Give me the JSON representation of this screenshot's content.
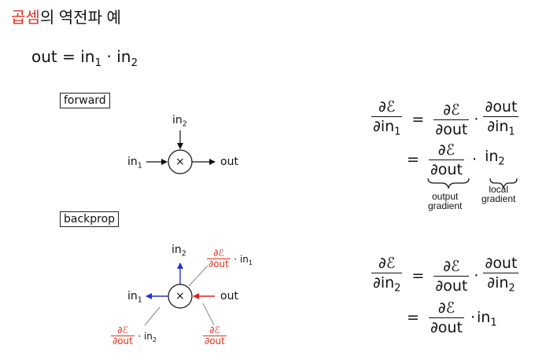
{
  "title": {
    "highlight": "곱셈",
    "rest": "의 역전파 예"
  },
  "equation": {
    "lhs": "out",
    "op": " = ",
    "in1": "in",
    "sub1": "1",
    "dot": " · ",
    "in2": "in",
    "sub2": "2"
  },
  "forward": {
    "box_label": "forward",
    "in1": "in",
    "in1_sub": "1",
    "in2": "in",
    "in2_sub": "2",
    "node": "×",
    "out": "out"
  },
  "backprop": {
    "box_label": "backprop",
    "in1": "in",
    "in1_sub": "1",
    "in2": "in",
    "in2_sub": "2",
    "node": "×",
    "out": "out",
    "grad_num": "∂ℰ",
    "grad_den": "∂out",
    "times_in1": "· in",
    "times_in1_sub": "1",
    "times_in2": "· in",
    "times_in2_sub": "2"
  },
  "formulas": {
    "partial_E": "∂ℰ",
    "partial": "∂",
    "in": "in",
    "sub1": "1",
    "sub2": "2",
    "out": "out",
    "eq": "=",
    "dot": "·",
    "output_gradient_line1": "output",
    "output_gradient_line2": "gradient",
    "local_gradient_line1": "local",
    "local_gradient_line2": "gradient"
  },
  "colors": {
    "accent_red": "#e0301e",
    "arrow_blue": "#2233cc",
    "arrow_red": "#dd2222",
    "stroke": "#111111"
  }
}
